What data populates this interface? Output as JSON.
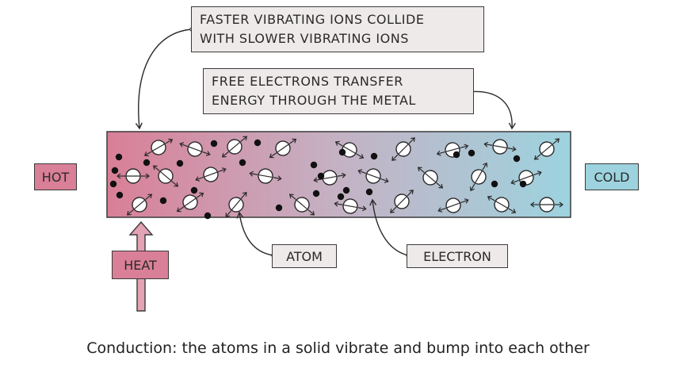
{
  "diagram": {
    "callout_collide_line1": "FASTER VIBRATING IONS COLLIDE",
    "callout_collide_line2": "WITH SLOWER VIBRATING IONS",
    "callout_electrons_line1": "FREE ELECTRONS TRANSFER",
    "callout_electrons_line2": "ENERGY THROUGH THE METAL",
    "hot_label": "HOT",
    "cold_label": "COLD",
    "heat_label": "HEAT",
    "atom_label": "ATOM",
    "electron_label": "ELECTRON",
    "caption": "Conduction: the atoms in a solid vibrate and bump into each other",
    "colors": {
      "hot": "#d97f97",
      "cold": "#9dd3df",
      "heat_arrow": "#e3a3b4",
      "ink": "#2a2a2a"
    }
  }
}
